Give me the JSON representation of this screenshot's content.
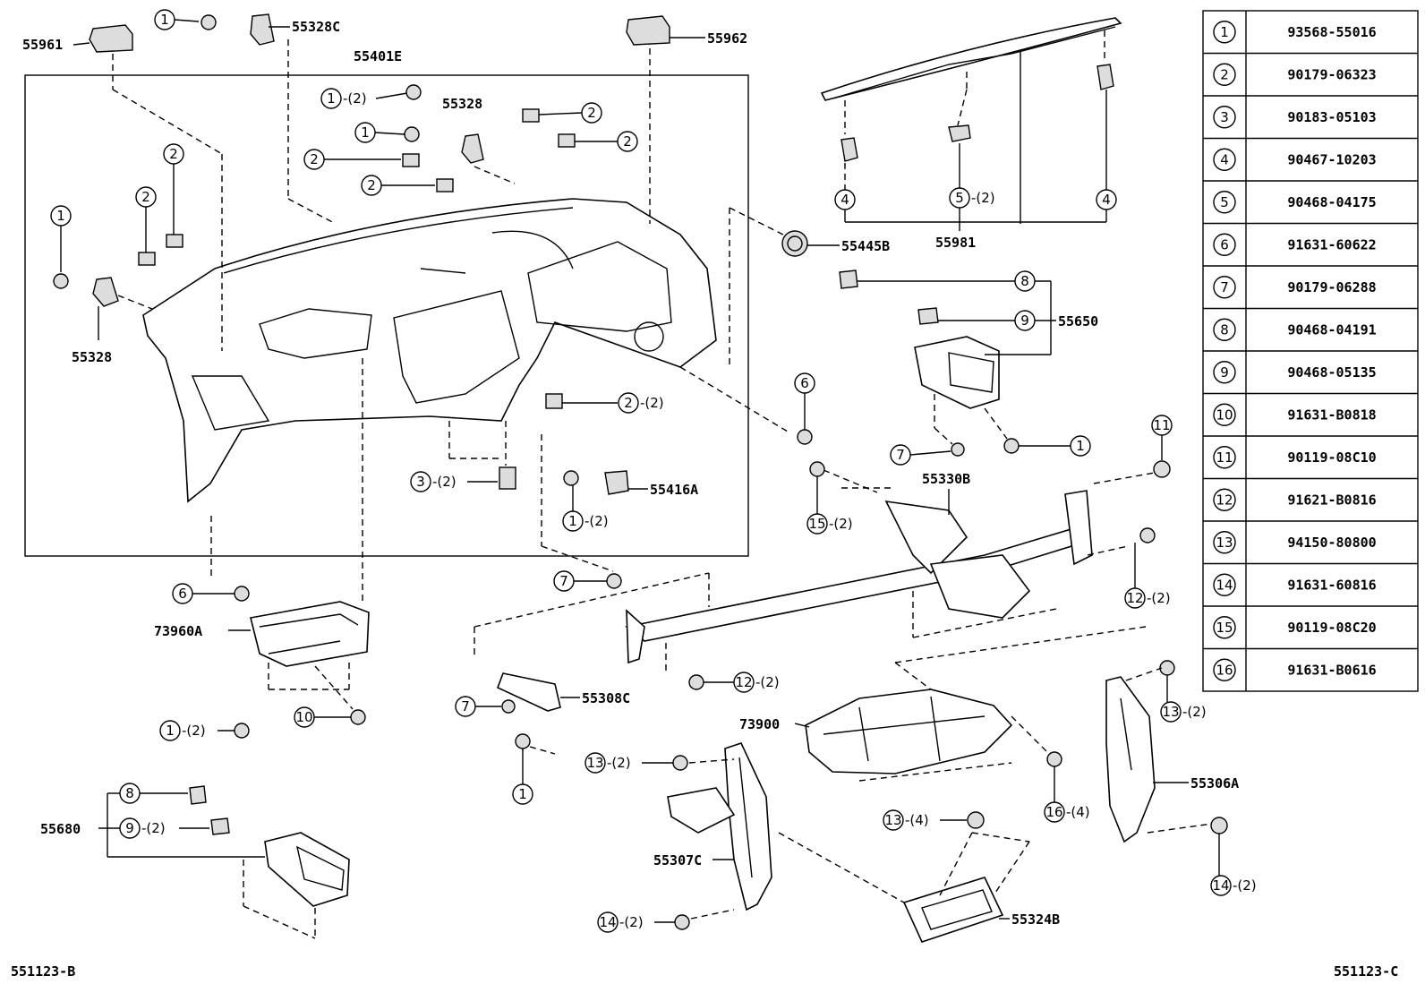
{
  "legend": {
    "rows": [
      {
        "ref": "1",
        "part": "93568-55016"
      },
      {
        "ref": "2",
        "part": "90179-06323"
      },
      {
        "ref": "3",
        "part": "90183-05103"
      },
      {
        "ref": "4",
        "part": "90467-10203"
      },
      {
        "ref": "5",
        "part": "90468-04175"
      },
      {
        "ref": "6",
        "part": "91631-60622"
      },
      {
        "ref": "7",
        "part": "90179-06288"
      },
      {
        "ref": "8",
        "part": "90468-04191"
      },
      {
        "ref": "9",
        "part": "90468-05135"
      },
      {
        "ref": "10",
        "part": "91631-B0818"
      },
      {
        "ref": "11",
        "part": "90119-08C10"
      },
      {
        "ref": "12",
        "part": "91621-B0816"
      },
      {
        "ref": "13",
        "part": "94150-80800"
      },
      {
        "ref": "14",
        "part": "91631-60816"
      },
      {
        "ref": "15",
        "part": "90119-08C20"
      },
      {
        "ref": "16",
        "part": "91631-B0616"
      }
    ]
  },
  "parts": {
    "p55961": "55961",
    "p55328C": "55328C",
    "p55962": "55962",
    "p55401E": "55401E",
    "p55328_top": "55328",
    "p55328_left": "55328",
    "p55445B": "55445B",
    "p55981": "55981",
    "p55650": "55650",
    "p55416A": "55416A",
    "p55330B": "55330B",
    "p73960A": "73960A",
    "p55308C": "55308C",
    "p73900": "73900",
    "p55306A": "55306A",
    "p55307C": "55307C",
    "p55324B": "55324B",
    "p55680": "55680"
  },
  "callouts": {
    "c1": "1",
    "c2": "2",
    "c3": "3",
    "c4": "4",
    "c5": "5",
    "c6": "6",
    "c7": "7",
    "c8": "8",
    "c9": "9",
    "c10": "10",
    "c11": "11",
    "c12": "12",
    "c13": "13",
    "c14": "14",
    "c15": "15",
    "c16": "16",
    "q2": "-(2)",
    "q4": "-(4)"
  },
  "footer": {
    "left_code": "551123-B",
    "right_code": "551123-C"
  }
}
